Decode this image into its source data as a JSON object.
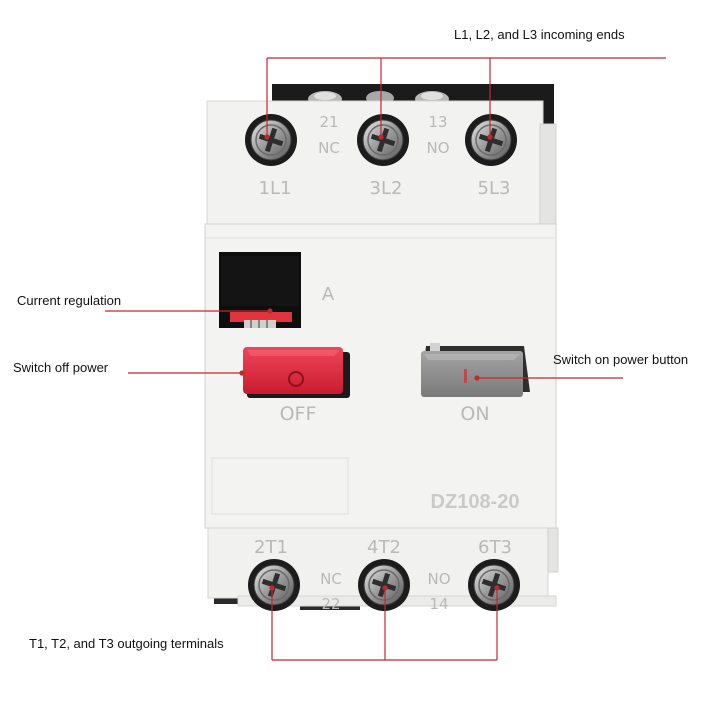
{
  "callouts": {
    "incoming": "L1, L2, and L3 incoming ends",
    "current": "Current regulation",
    "off_power": "Switch off power",
    "on_power": "Switch on power button",
    "outgoing": "T1, T2, and T3 outgoing terminals"
  },
  "device": {
    "model": "DZ108-20",
    "top_terminals": [
      "1L1",
      "3L2",
      "5L3"
    ],
    "bottom_terminals": [
      "2T1",
      "4T2",
      "6T3"
    ],
    "aux_top_nc": [
      "21",
      "NC"
    ],
    "aux_top_no": [
      "13",
      "NO"
    ],
    "aux_bottom_nc": [
      "NC",
      "22"
    ],
    "aux_bottom_no": [
      "NO",
      "14"
    ],
    "dial_unit": "A",
    "off_label": "OFF",
    "on_label": "ON"
  },
  "colors": {
    "leader_line": "#c0282e",
    "off_button": "#e5263a",
    "on_button": "#8a8a8a",
    "housing": "#f1f1f0",
    "mount_plate": "#1b1b1b"
  }
}
